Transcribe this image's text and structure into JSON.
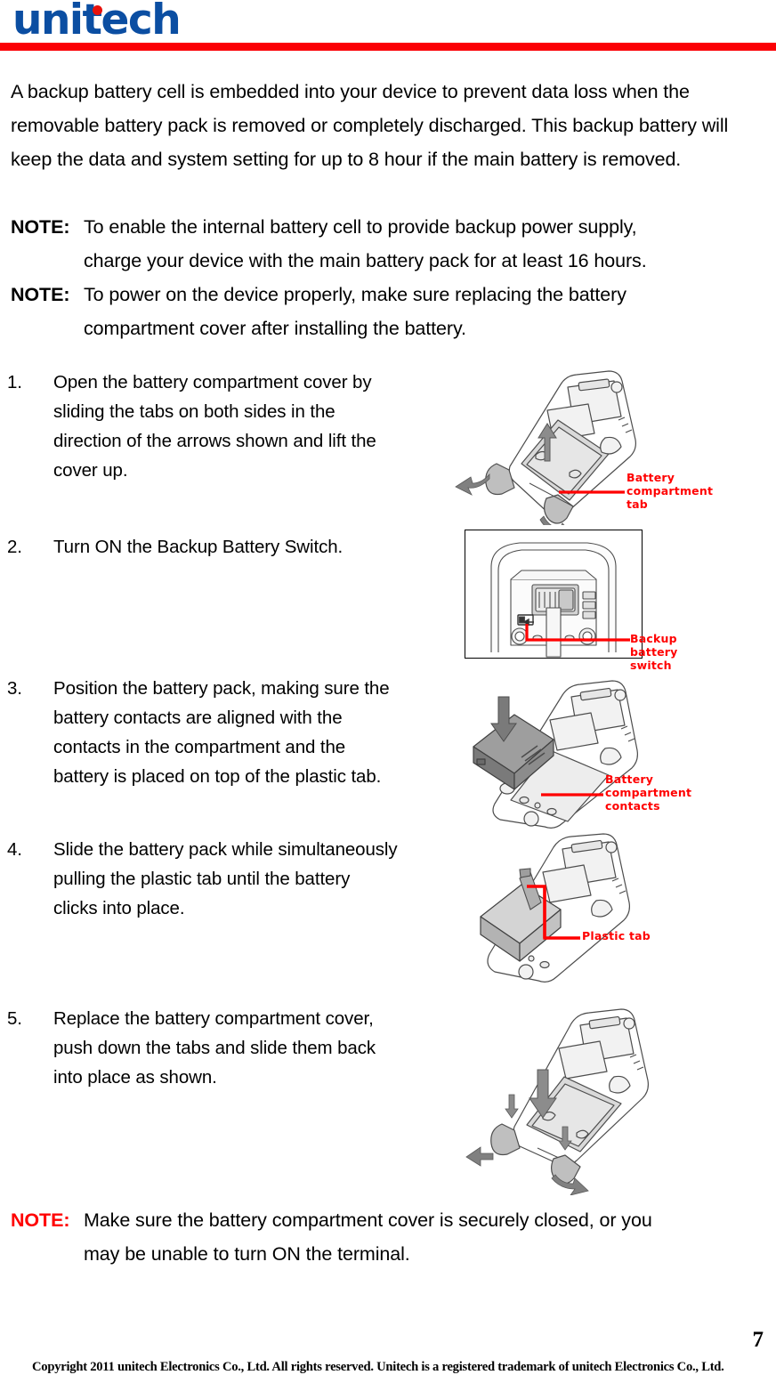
{
  "header": {
    "logo_text": "unitech",
    "logo_color": "#0b4ea2",
    "logo_dot_color": "#e8120c",
    "rule_color": "#fb0005"
  },
  "intro": {
    "paragraph": "A backup battery cell is embedded into your device to prevent data loss when the removable battery pack is removed or completely discharged. This backup battery will keep the data and system setting for up to 8 hour if the main battery is removed."
  },
  "notes": [
    {
      "tag": "NOTE:",
      "tag_color": "#000000",
      "line1": "To enable the internal battery cell to provide backup power supply,",
      "line2": "charge your device with the main battery pack for at least 16 hours."
    },
    {
      "tag": "NOTE:",
      "tag_color": "#000000",
      "line1": "To power on the device properly, make sure replacing the battery",
      "line2": "compartment cover after installing the battery."
    }
  ],
  "final_note": {
    "tag": "NOTE:",
    "tag_color": "#ff0000",
    "line1": "Make sure the battery compartment cover is securely closed, or you",
    "line2": "may be unable to turn ON the terminal."
  },
  "steps": [
    {
      "number": "1.",
      "text": "Open the battery compartment cover by sliding the tabs on both sides in the direction of the arrows shown and lift the cover up."
    },
    {
      "number": "2.",
      "text": "Turn ON the Backup Battery Switch."
    },
    {
      "number": "3.",
      "text": "Position the battery pack, making sure the battery contacts are aligned with the contacts in the compartment and the battery is placed on top of the plastic tab."
    },
    {
      "number": "4.",
      "text": "Slide the battery pack while simultaneously pulling the plastic tab until the battery clicks into place."
    },
    {
      "number": "5.",
      "text": "Replace the battery compartment cover, push down the tabs and slide them back into place as shown."
    }
  ],
  "figures": [
    {
      "name": "battery-compartment-tab-figure",
      "caption": "Battery\ncompartment\ntab",
      "caption_color": "#ff0000"
    },
    {
      "name": "backup-battery-switch-figure",
      "caption": "Backup battery\nswitch",
      "caption_color": "#ff0000"
    },
    {
      "name": "battery-compartment-contacts-figure",
      "caption": "Battery\ncompartment\ncontacts",
      "caption_color": "#ff0000"
    },
    {
      "name": "plastic-tab-figure",
      "caption": "Plastic tab",
      "caption_color": "#ff0000"
    },
    {
      "name": "replace-cover-figure",
      "caption": "",
      "caption_color": "#ff0000"
    }
  ],
  "footer": {
    "page_number": "7",
    "copyright": "Copyright 2011 unitech Electronics Co., Ltd. All rights reserved. Unitech is a registered trademark of unitech Electronics Co., Ltd."
  }
}
